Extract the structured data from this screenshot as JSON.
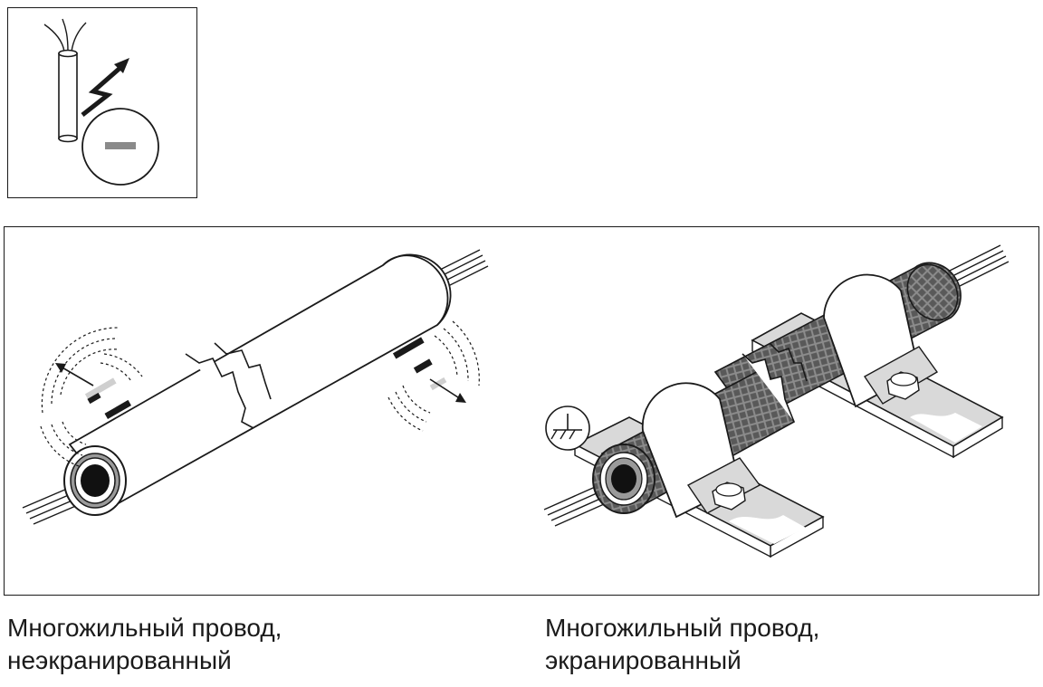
{
  "captions": {
    "left": {
      "line1": "Многожильный провод,",
      "line2": "неэкранированный"
    },
    "right": {
      "line1": "Многожильный провод,",
      "line2": "экранированный"
    }
  },
  "icons": {
    "interference": "interference-symbol-icon",
    "ground": "ground-symbol-icon"
  },
  "colors": {
    "stroke": "#1a1a1a",
    "shield": "#5a5a5a",
    "clamp_plate": "#d9d9d9",
    "minus": "#8a8a8a"
  }
}
